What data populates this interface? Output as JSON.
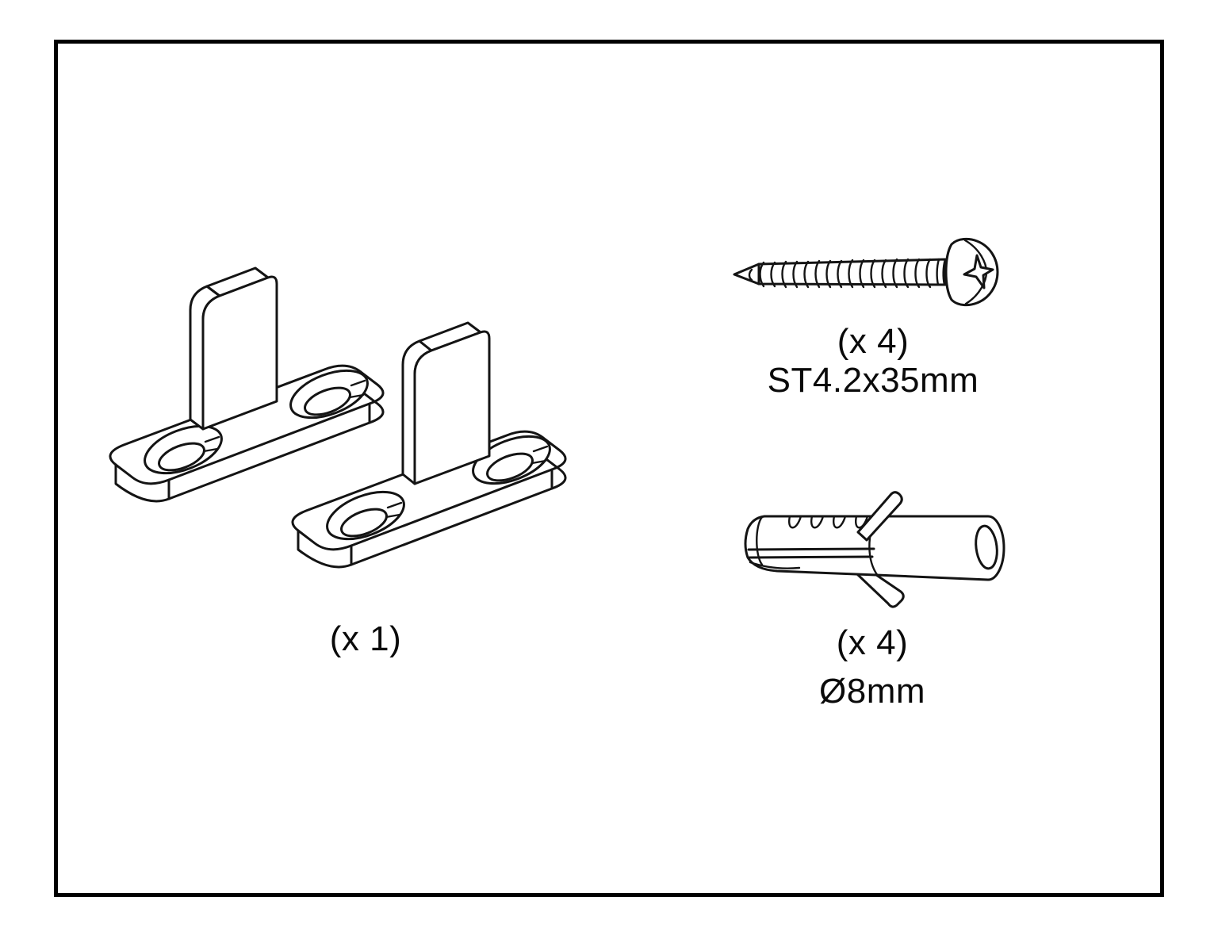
{
  "page": {
    "kind": "hardware parts diagram",
    "background_color": "#ffffff",
    "border_color": "#000000",
    "line_color": "#141414"
  },
  "diagram": {
    "parts": [
      {
        "id": "floor-guide",
        "description": "adjustable floor guide - two L-shaped brackets with slotted bases",
        "quantity_label": "(x 1)"
      },
      {
        "id": "screw",
        "description": "self-tapping pan-head phillips screw",
        "quantity_label": "(x 4)",
        "spec_label": "ST4.2x35mm"
      },
      {
        "id": "wall-anchor",
        "description": "plastic expansion wall plug with anti-rotation fins",
        "quantity_label": "(x 4)",
        "spec_label": "Ø8mm"
      }
    ]
  }
}
